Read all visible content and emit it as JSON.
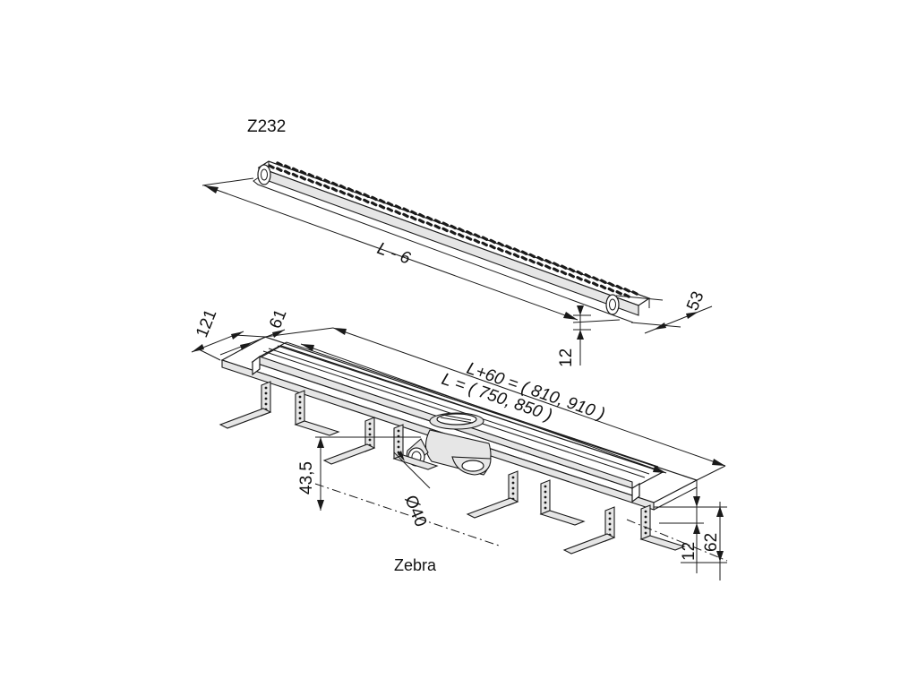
{
  "labels": {
    "part_code": "Z232",
    "grate_length": "L - 6",
    "grate_width": "53",
    "grate_height": "12",
    "frame_width": "121",
    "channel_width": "61",
    "total_length": "L+60 = ( 810, 910 )",
    "nominal_length": "L = ( 750, 850 )",
    "outlet_height": "43,5",
    "outlet_diameter": "Ø40",
    "frame_height": "12",
    "total_height": "62",
    "product_name": "Zebra"
  },
  "colors": {
    "line": "#1a1a1a",
    "metal": "#e6e6e6",
    "background": "#ffffff"
  }
}
